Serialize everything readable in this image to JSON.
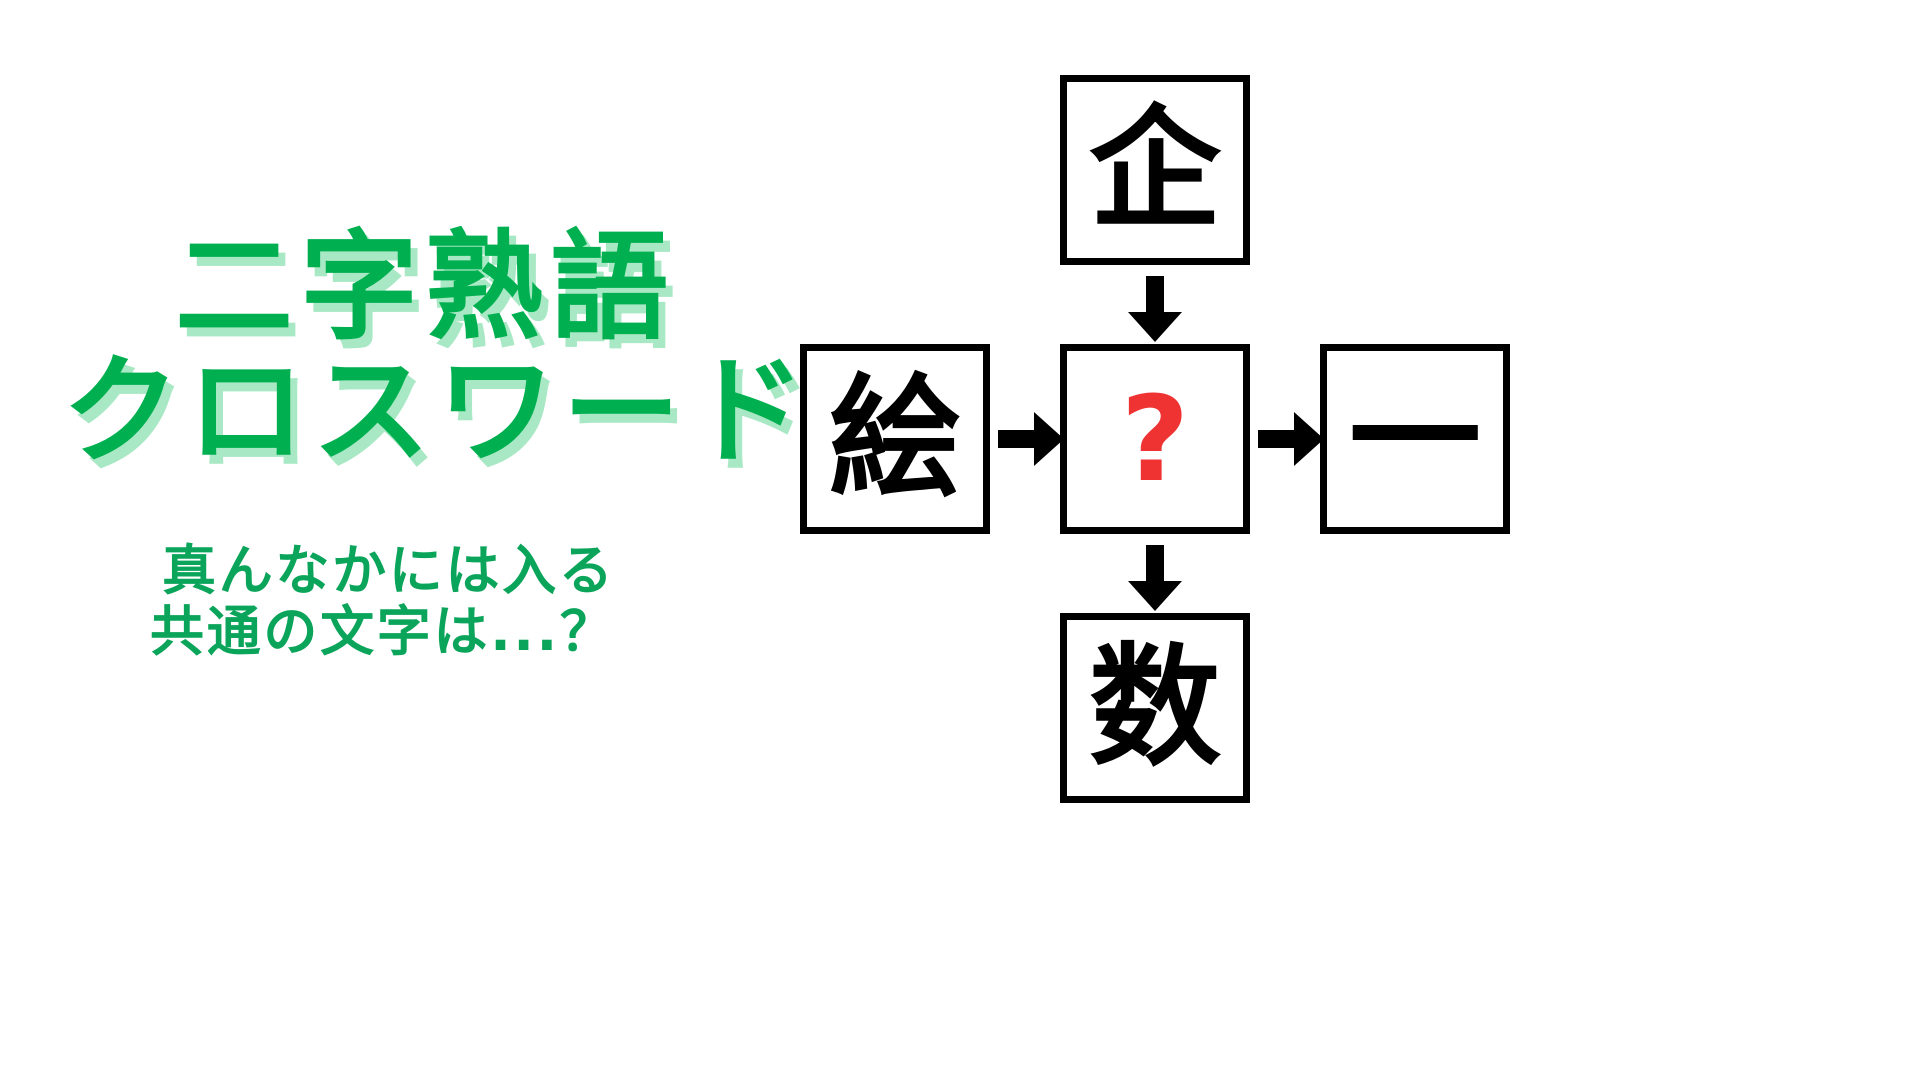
{
  "background_color": "#ffffff",
  "title": {
    "line1": "二字熟語",
    "line2": "クロスワード",
    "color": "#00b050",
    "shadow_color": "#a8e8c4"
  },
  "subtitle": {
    "line1": "真んなかには入る",
    "line2": "共通の文字は...？",
    "color": "#0aa55a"
  },
  "puzzle": {
    "cells": {
      "top": {
        "char": "企",
        "color": "#000000"
      },
      "left": {
        "char": "絵",
        "color": "#000000"
      },
      "center": {
        "char": "?",
        "color": "#ef3333"
      },
      "right": {
        "char": "一",
        "color": "#000000"
      },
      "bottom": {
        "char": "数",
        "color": "#000000"
      }
    },
    "arrows": [
      {
        "name": "top-to-center",
        "direction": "down"
      },
      {
        "name": "left-to-center",
        "direction": "right"
      },
      {
        "name": "center-to-right",
        "direction": "right"
      },
      {
        "name": "center-to-bottom",
        "direction": "down"
      }
    ],
    "border_color": "#000000",
    "arrow_color": "#000000"
  }
}
